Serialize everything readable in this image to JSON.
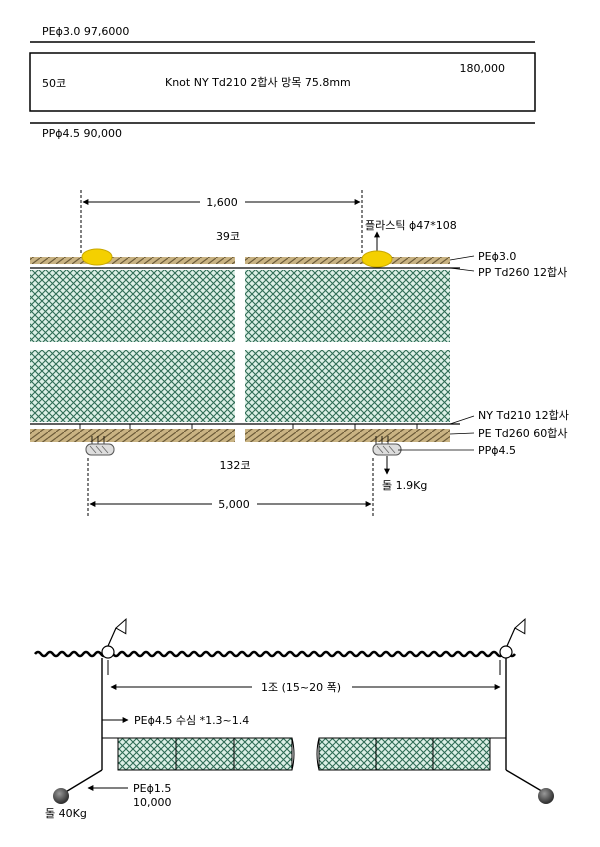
{
  "spec": {
    "top_line": "PEϕ3.0   97,6000",
    "box_count": "50코",
    "box_desc": "Knot NY Td210 2합사 망목 75.8mm",
    "box_price": "180,000",
    "bottom_line": "PPϕ4.5   90,000"
  },
  "net_diagram": {
    "dim_top": "1,600",
    "float_label": "플라스틱 ϕ47*108",
    "meshes_top": "39코",
    "meshes_bottom": "132코",
    "dim_bottom": "5,000",
    "sinker_label": "돌 1.9Kg",
    "labels": {
      "pe30": "PEϕ3.0",
      "pp_td260": "PP Td260 12합사",
      "ny_td210": "NY Td210 12합사",
      "pe_td260": "PE Td260 60합사",
      "pp45": "PPϕ4.5"
    }
  },
  "set_diagram": {
    "span_label": "1조 (15~20 폭)",
    "rope_label": "PEϕ4.5  수심 *1.3~1.4",
    "anchor_rope": "PEϕ1.5",
    "anchor_rope_len": "10,000",
    "anchor_label": "돌 40Kg"
  },
  "colors": {
    "mesh": "#2e6b55",
    "mesh_bg": "#dcefe6",
    "float": "#f4d000",
    "rope": "#b59a66"
  }
}
